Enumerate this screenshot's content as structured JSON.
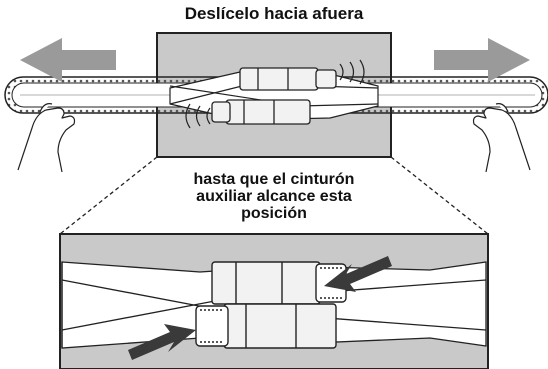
{
  "captions": {
    "top": "Deslícelo hacia afuera",
    "middle_lines": [
      "hasta que el cinturón",
      "auxiliar alcance esta",
      "posición"
    ]
  },
  "colors": {
    "panel_gray": "#c9c9c9",
    "arrow_gray": "#9a9a9a",
    "arrow_dark": "#3a3a3a",
    "belt_fill": "#ffffff",
    "outline": "#222222"
  },
  "icons": {
    "left_arrow": "arrow-left-icon",
    "right_arrow": "arrow-right-icon",
    "left_hand": "hand-left-icon",
    "right_hand": "hand-right-icon",
    "zoom_arrow_upper": "arrow-pointing-buckle-icon",
    "zoom_arrow_lower": "arrow-pointing-buckle-icon"
  }
}
